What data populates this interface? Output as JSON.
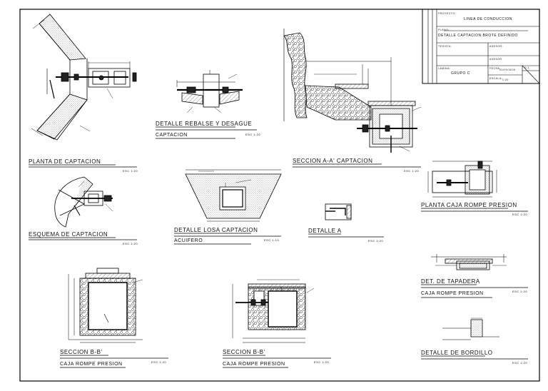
{
  "title_block": {
    "project": "LINEA DE CONDUCCION",
    "sheet_title": "DETALLE CAPTACION BROTE DEFINIDO",
    "group": "GRUPO C",
    "labels": {
      "project_label": "PROYECTO:",
      "plan_label": "PLANO:",
      "lamina_label": "LAMINA:",
      "tesista_label": "TESISTA:",
      "asesor_label": "ASESOR:",
      "fecha_label": "FECHA:",
      "escala_label": "ESCALA:"
    },
    "values": {
      "fecha": "00/00/0000",
      "escala": "1:20",
      "asesor": "ASESOR",
      "lamina": "D-1"
    }
  },
  "views": {
    "planta_captacion": {
      "title": "PLANTA DE CAPTACION",
      "scale": "ESC 1:20"
    },
    "detalle_rebalse": {
      "title": "DETALLE REBALSE Y DESAGUE",
      "sub": "CAPTACION",
      "scale": "ESC 1:20"
    },
    "seccion_aa": {
      "title": "SECCION A-A' CAPTACION",
      "scale": "ESC 1:20"
    },
    "esquema_captacion": {
      "title": "ESQUEMA DE CAPTACION",
      "scale": "ESC 1:20"
    },
    "detalle_losa": {
      "title": "DETALLE LOSA CAPTACION",
      "sub": "ACUIFERO",
      "scale": "ESC 1:10"
    },
    "detalle_a": {
      "title": "DETALLE A",
      "scale": "ESC 1:20"
    },
    "planta_caja": {
      "title": "PLANTA CAJA ROMPE PRESION",
      "scale": "ESC 1:20"
    },
    "det_tapadera": {
      "title": "DET. DE TAPADERA",
      "sub": "CAJA ROMPE PRESION",
      "scale": "ESC 1:20"
    },
    "seccion_bb": {
      "title": "SECCION B-B'",
      "sub": "CAJA ROMPE PRESION",
      "scale": "ESC 1:20"
    },
    "seccion_bb2": {
      "title": "SECCION B-B'",
      "sub": "CAJA ROMPE PRESION",
      "scale": "ESC 1:20"
    },
    "detalle_bordillo": {
      "title": "DETALLE DE BORDILLO",
      "scale": "ESC 1:20"
    }
  }
}
